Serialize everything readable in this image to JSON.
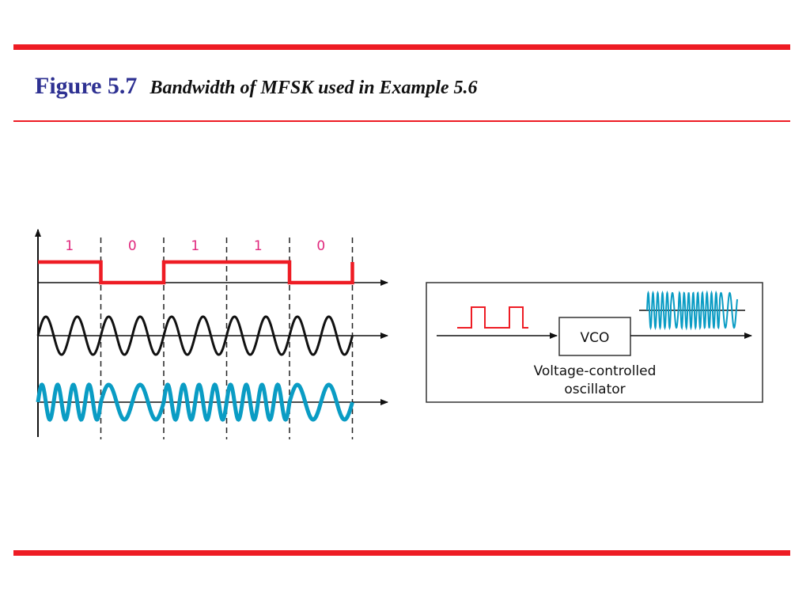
{
  "caption": {
    "figure_number": "Figure 5.7",
    "title": "Bandwidth of MFSK used in Example 5.6"
  },
  "signal": {
    "bits": [
      "1",
      "0",
      "1",
      "1",
      "0"
    ],
    "high_cycles_per_bit": 4,
    "low_cycles_per_bit": 2,
    "carrier_cycles_per_bit": 2
  },
  "vco": {
    "label": "VCO",
    "caption_line1": "Voltage-controlled",
    "caption_line2": "oscillator"
  },
  "colors": {
    "rule": "#ee1c24",
    "figure_number": "#2e3192",
    "digital": "#ee1c24",
    "bit_label": "#e0287d",
    "carrier": "#111111",
    "fsk": "#0a9cc4",
    "box_border": "#333333"
  }
}
